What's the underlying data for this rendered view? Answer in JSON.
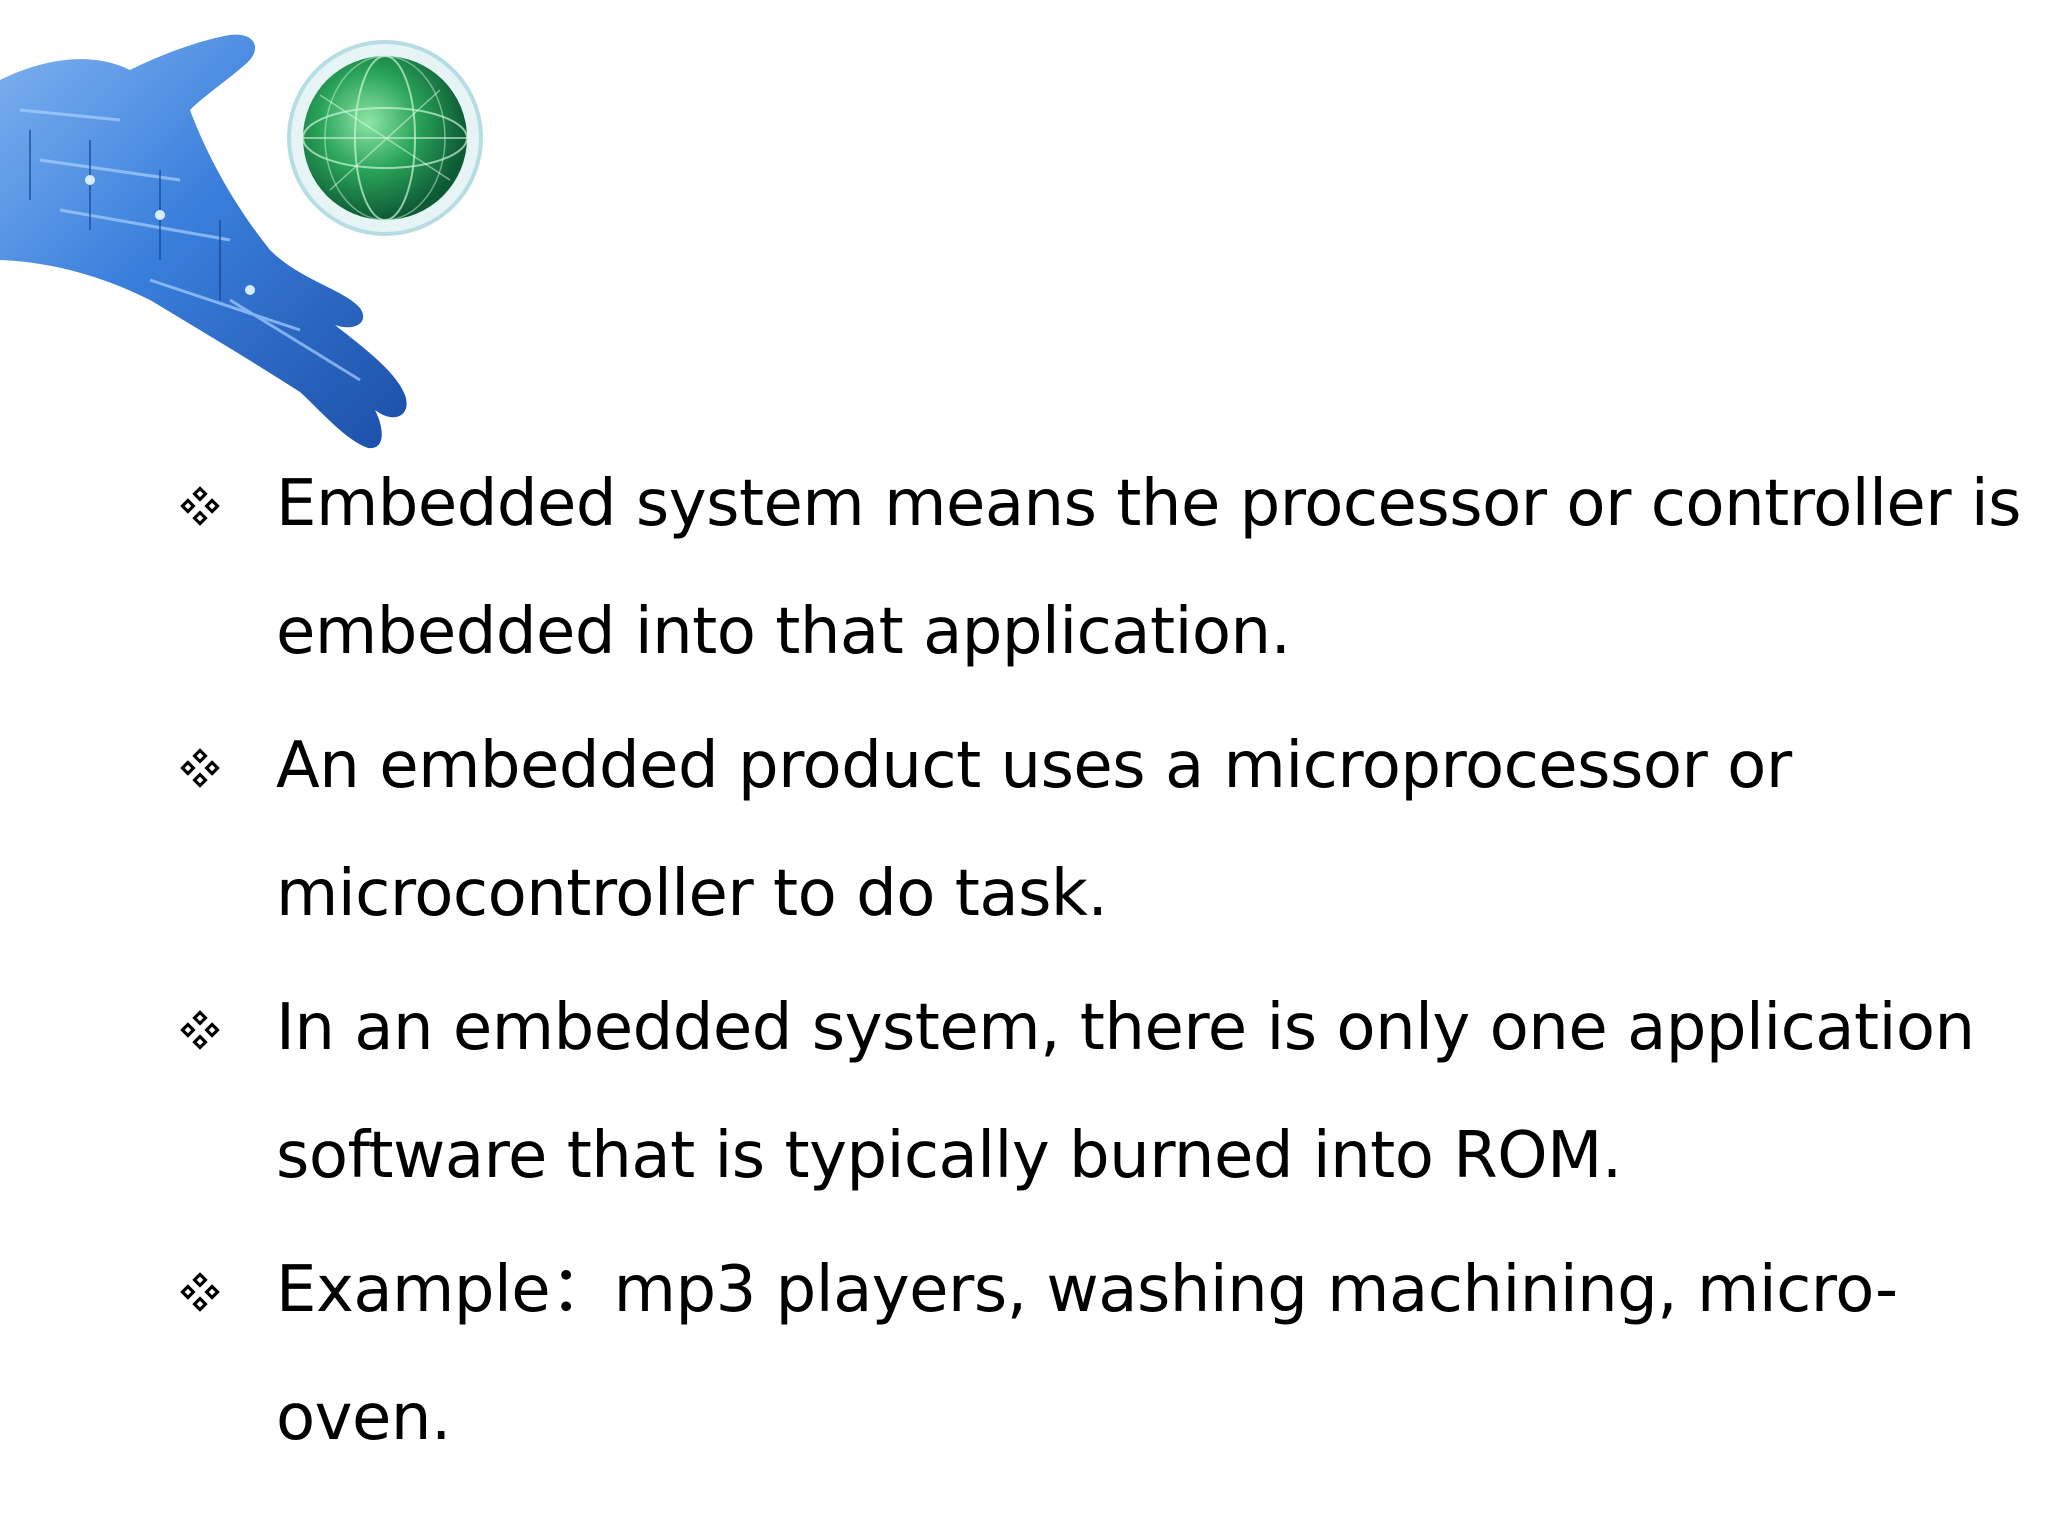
{
  "slide": {
    "bullets": [
      {
        "text": "Embedded system means the processor or controller is embedded into that application."
      },
      {
        "text": "An embedded product uses a microprocessor or microcontroller to do task."
      },
      {
        "text": "In an embedded system, there is only one application software that is typically burned into ROM."
      },
      {
        "text": "Example：mp3 players, washing machining, micro-oven."
      }
    ],
    "bullet_icon": "four-diamond-bullet-icon",
    "decoration": {
      "hand_icon": "robotic-hand-icon",
      "globe_icon": "globe-icon",
      "hand_color": "#2f6fd6",
      "globe_color": "#1f8f4a"
    }
  }
}
